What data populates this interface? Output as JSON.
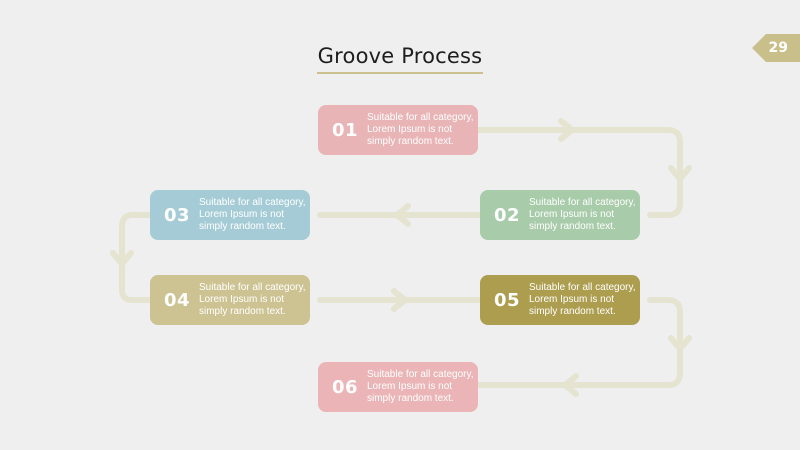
{
  "slide": {
    "title": "Groove Process",
    "page_number": "29"
  },
  "colors": {
    "connector": "#e5e4d1",
    "accent": "#c9bf8b"
  },
  "steps": [
    {
      "number": "01",
      "text": "Suitable for all category, Lorem Ipsum is not simply random text.",
      "color": "#e8b4b6"
    },
    {
      "number": "02",
      "text": "Suitable for all category, Lorem Ipsum is not simply random text.",
      "color": "#a8cbaa"
    },
    {
      "number": "03",
      "text": "Suitable for all category, Lorem Ipsum is not simply random text.",
      "color": "#a5ccd6"
    },
    {
      "number": "04",
      "text": "Suitable for all category, Lorem Ipsum is not simply random text.",
      "color": "#cdc292"
    },
    {
      "number": "05",
      "text": "Suitable for all category, Lorem Ipsum is not simply random text.",
      "color": "#ac9d4f"
    },
    {
      "number": "06",
      "text": "Suitable for all category, Lorem Ipsum is not simply random text.",
      "color": "#ebb5b7"
    }
  ]
}
